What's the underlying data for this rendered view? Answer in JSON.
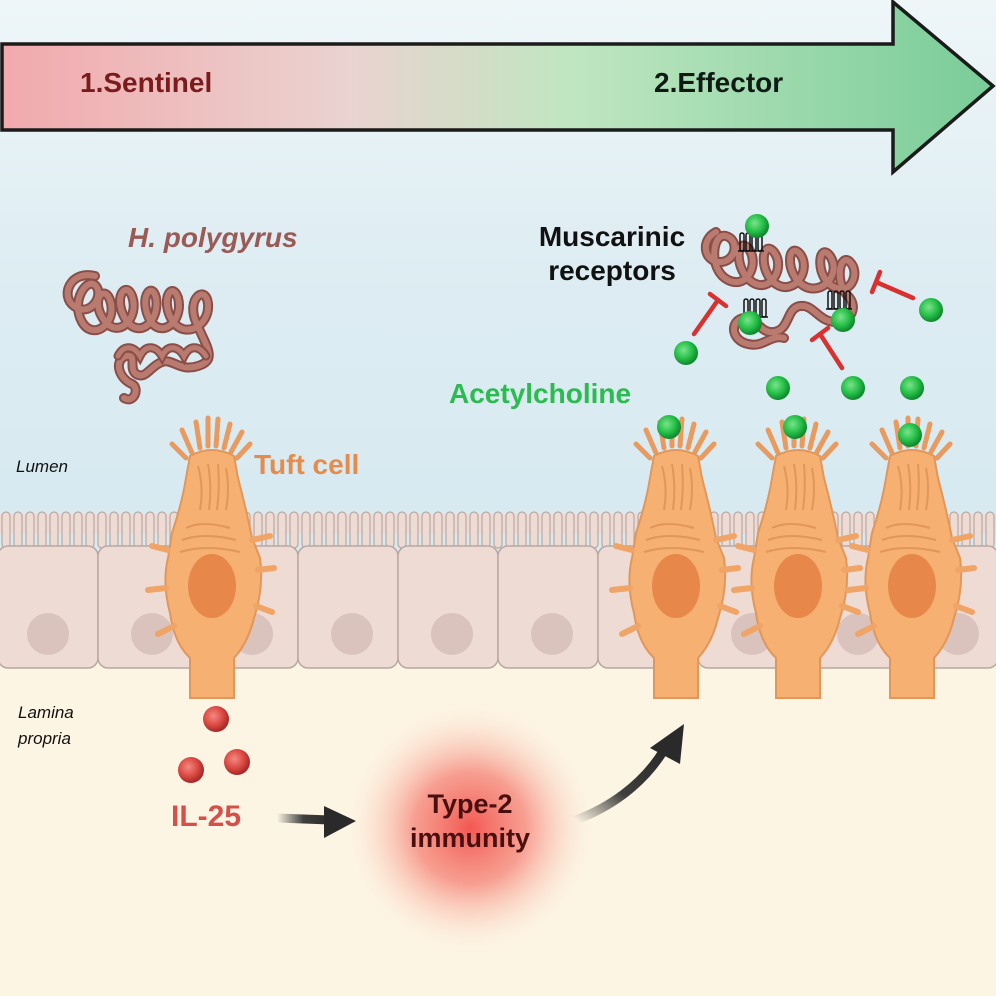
{
  "arrow": {
    "stage1": "1.Sentinel",
    "stage2": "2.Effector",
    "colors": {
      "start": "#f2a9ad",
      "mid": "#bfe6c0",
      "end": "#79cc98"
    }
  },
  "labels": {
    "pathogen": "H. polygyrus",
    "tuft_cell": "Tuft cell",
    "acetylcholine": "Acetylcholine",
    "receptors_line1": "Muscarinic",
    "receptors_line2": "receptors",
    "lumen": "Lumen",
    "lamina_line1": "Lamina",
    "lamina_line2": "propria",
    "cytokine": "IL-25",
    "immunity_line1": "Type-2",
    "immunity_line2": "immunity"
  },
  "colors": {
    "lumen_bg": "#dcecf2",
    "lamina_bg": "#fdf5e4",
    "epithelium": "#eedbd4",
    "tuft_cell": "#f5b072",
    "tuft_nucleus": "#e8874a",
    "worm": "#b07068",
    "acetylcholine": "#22bb44",
    "il25": "#d9403c",
    "inhibition": "#d93030"
  },
  "icons": [
    "worm-icon",
    "tuft-cell-icon",
    "receptor-icon",
    "molecule-icon",
    "inhibition-icon",
    "curved-arrow-icon",
    "glow-icon"
  ]
}
